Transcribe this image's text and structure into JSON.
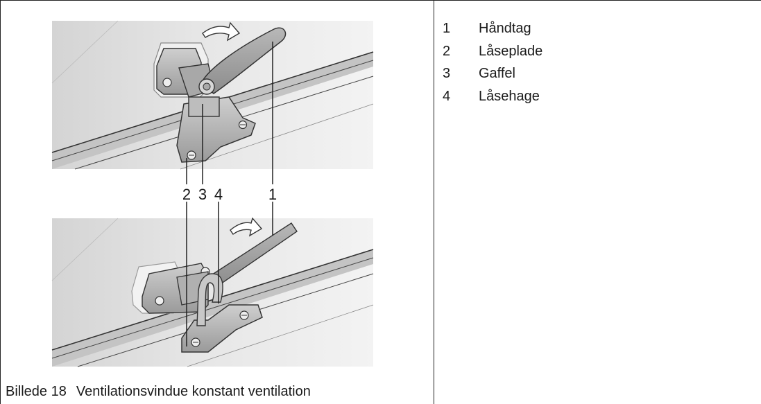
{
  "figure": {
    "caption_number": "Billede 18",
    "caption_text": "Ventilationsvindue konstant ventilation",
    "callouts": [
      "2",
      "3",
      "4",
      "1"
    ]
  },
  "legend": [
    {
      "number": "1",
      "label": "Håndtag"
    },
    {
      "number": "2",
      "label": "Låseplade"
    },
    {
      "number": "3",
      "label": "Gaffel"
    },
    {
      "number": "4",
      "label": "Låsehage"
    }
  ]
}
